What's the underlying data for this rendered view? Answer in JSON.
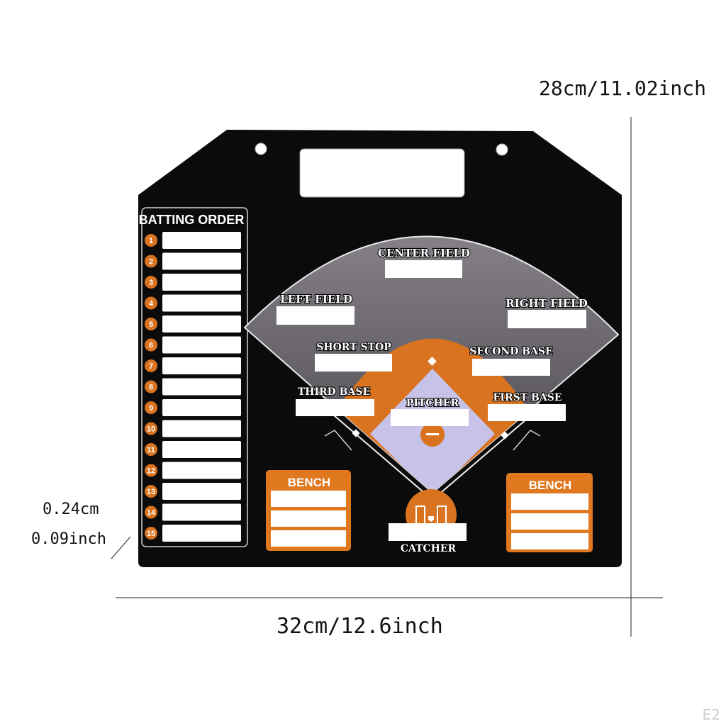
{
  "dimensions": {
    "height": "28cm/11.02inch",
    "width": "32cm/12.6inch",
    "thickness_cm": "0.24cm",
    "thickness_in": "0.09inch"
  },
  "board": {
    "batting_order_title": "BATTING ORDER",
    "batting_numbers": [
      "1",
      "2",
      "3",
      "4",
      "5",
      "6",
      "7",
      "8",
      "9",
      "10",
      "11",
      "12",
      "13",
      "14",
      "15"
    ],
    "positions": {
      "center_field": "CENTER FIELD",
      "left_field": "LEFT FIELD",
      "right_field": "RIGHT FIELD",
      "short_stop": "SHORT STOP",
      "second_base": "SECOND BASE",
      "third_base": "THIRD BASE",
      "pitcher": "PITCHER",
      "first_base": "FIRST BASE",
      "catcher": "CATCHER"
    },
    "bench_left": "BENCH",
    "bench_right": "BENCH"
  },
  "watermark": "E2",
  "colors": {
    "board": "#0b0b0b",
    "infield": "#d9731f",
    "outfield": "#545056",
    "infield_grass": "#c6c2e8",
    "slot": "#ffffff"
  }
}
